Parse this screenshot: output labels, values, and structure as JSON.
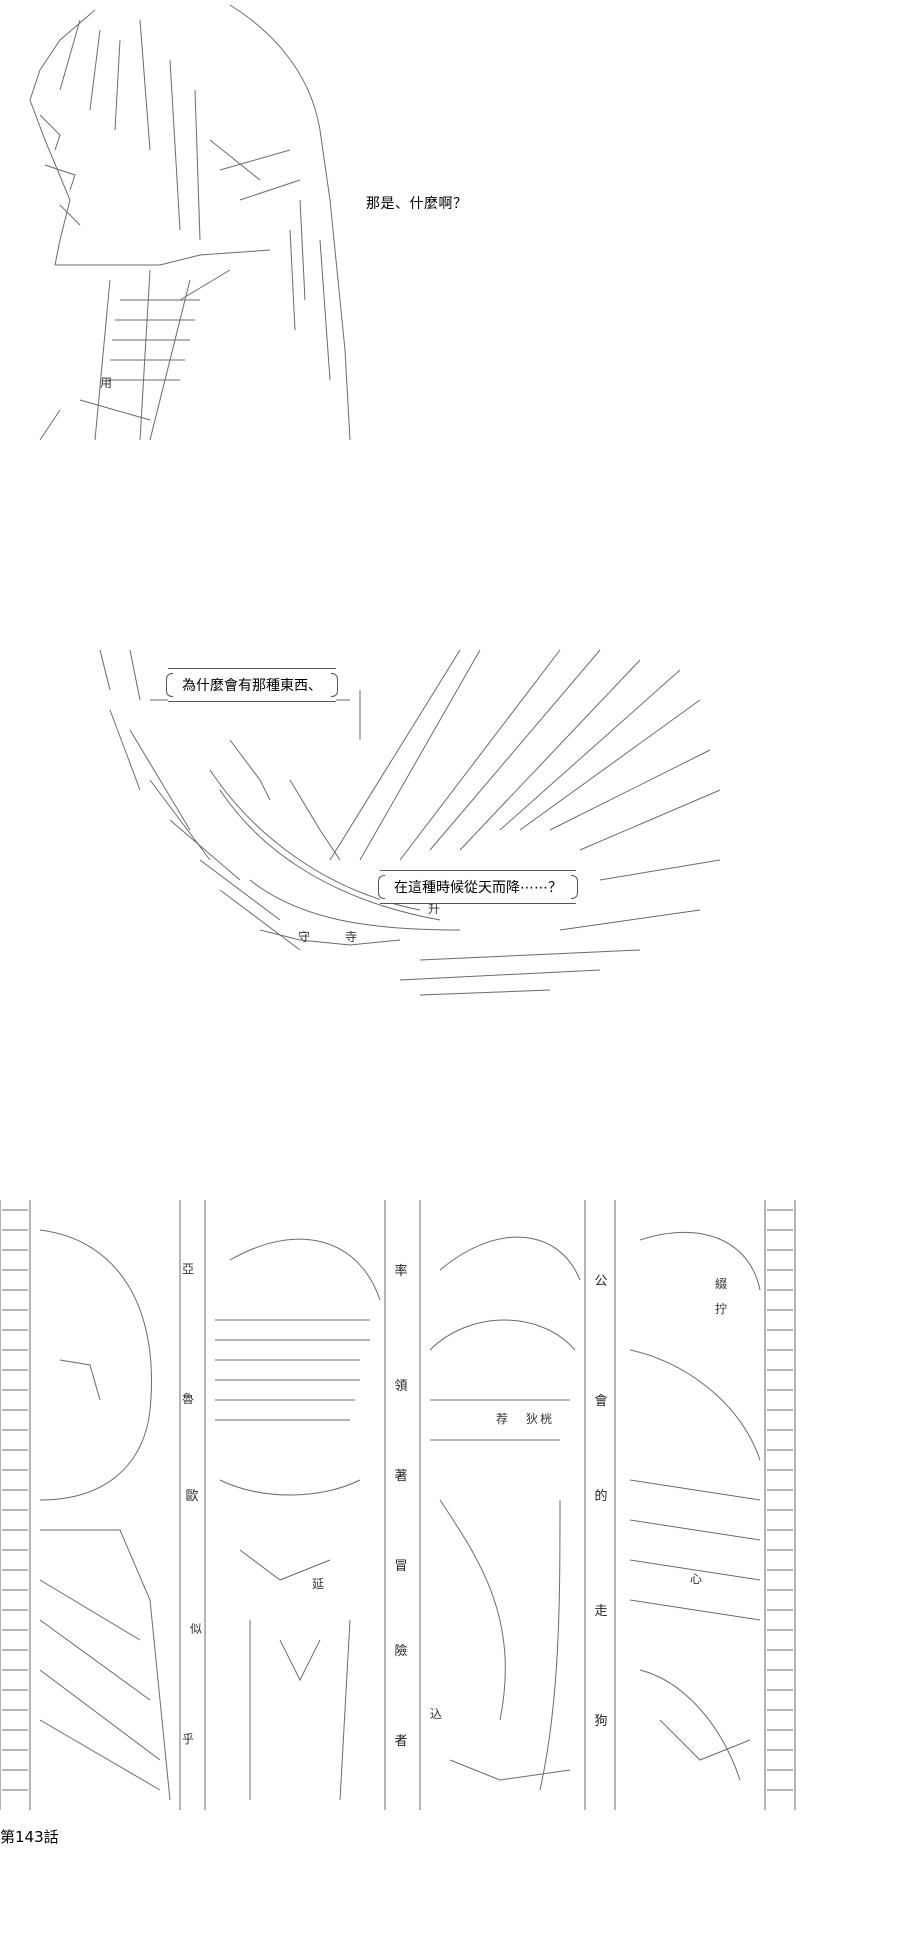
{
  "panel1": {
    "speech": "那是、什麼啊？",
    "art_label": "用"
  },
  "panel2": {
    "bubble_top": "為什麼會有那種東西、",
    "bubble_mid": "在這種時候從天而降⋯⋯？",
    "art_text_1": "守",
    "art_text_2": "寺",
    "art_text_3": "升"
  },
  "panel3": {
    "column_labels": [
      "率",
      "領",
      "著",
      "歐",
      "冒",
      "險",
      "者",
      "公",
      "會",
      "的",
      "走",
      "狗"
    ],
    "art_words": [
      "亞",
      "魯",
      "延",
      "似",
      "乎",
      "荐",
      "狄",
      "桄",
      "込",
      "拧",
      "綴",
      "心"
    ]
  },
  "footer": {
    "chapter": "第143話"
  }
}
